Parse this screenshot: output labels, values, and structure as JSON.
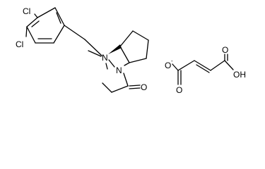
{
  "molecule": {
    "atoms": {
      "cl_top": "Cl",
      "cl_bottom": "Cl",
      "n_amine": "N",
      "n_amide": "N",
      "o_amide": "O",
      "o_carboxylate_single": "O",
      "o_carboxylate_charge": "-",
      "o_carboxylate_double": "O",
      "o_acid_double": "O",
      "oh_acid": "OH"
    },
    "colors": {
      "bond": "#000000",
      "text": "#000000",
      "background": "#ffffff"
    }
  }
}
